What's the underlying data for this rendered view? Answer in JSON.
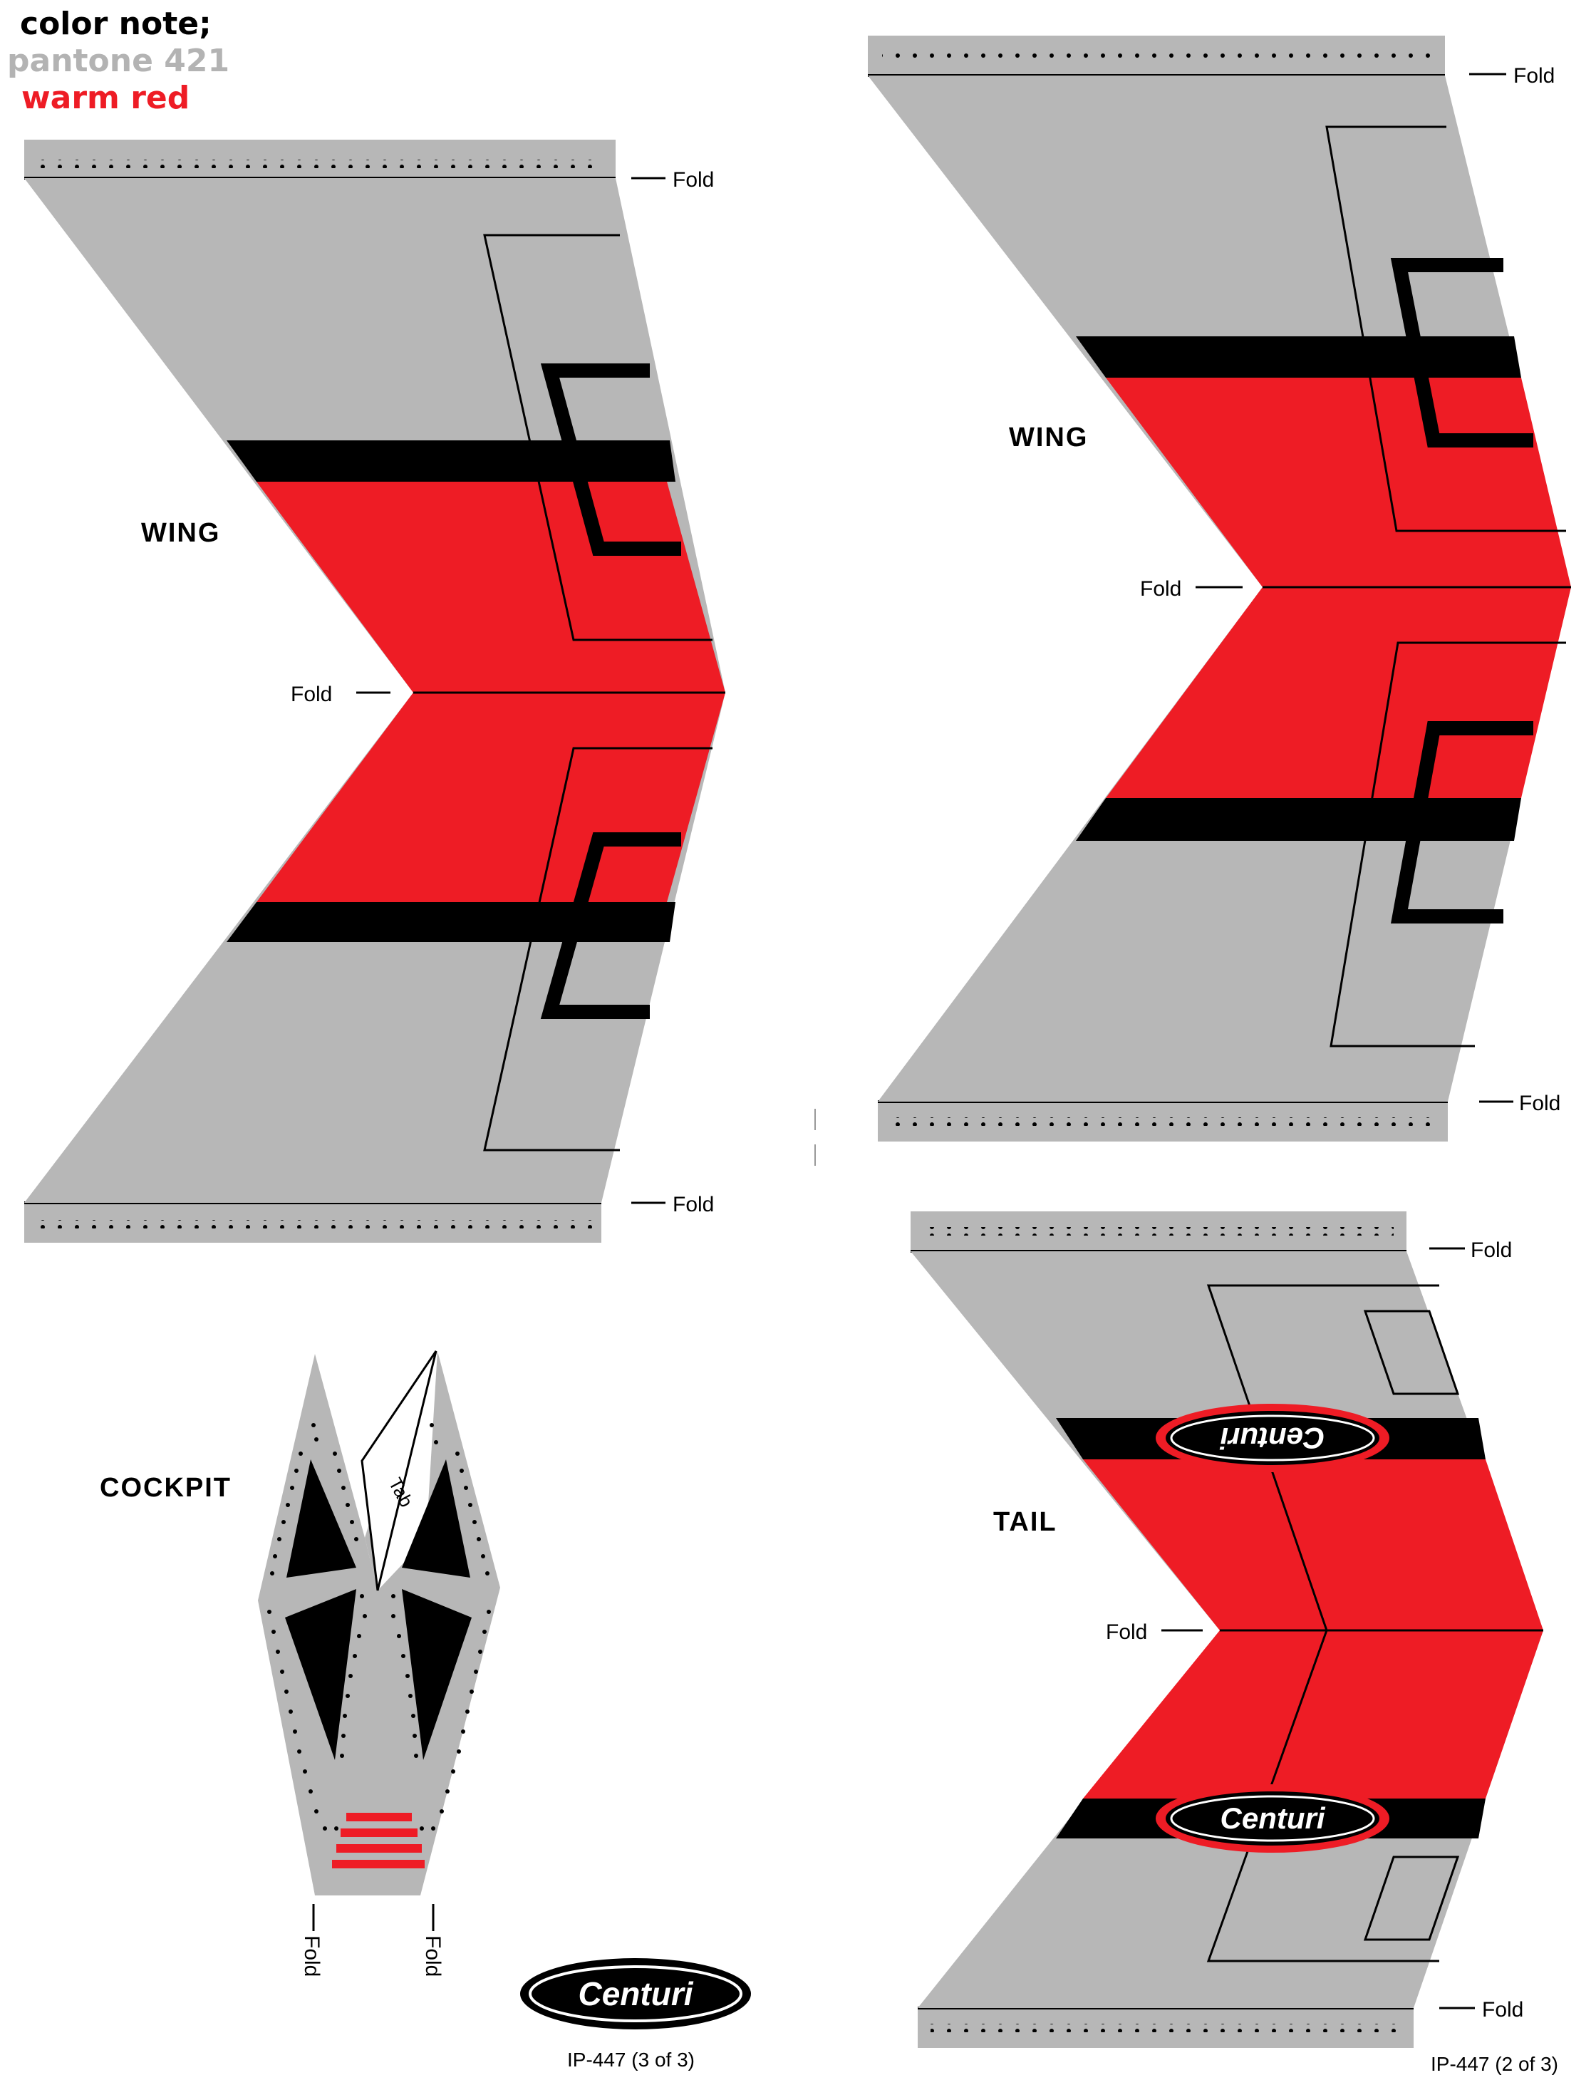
{
  "color_note": {
    "heading": "color note;",
    "line1": "pantone 421",
    "line2": "warm red"
  },
  "colors": {
    "gray": "#b7b7b7",
    "red": "#ee1c25",
    "black": "#000000",
    "note_gray": "#b3b3b3",
    "note_red": "#ee1c25"
  },
  "labels": {
    "wing": "WING",
    "cockpit": "COCKPIT",
    "tail": "TAIL",
    "fold": "Fold",
    "tab": "Tab"
  },
  "brand": {
    "logo_text": "Centuri"
  },
  "sheet_ids": {
    "left": "IP-447 (3 of 3)",
    "right": "IP-447 (2 of 3)"
  }
}
